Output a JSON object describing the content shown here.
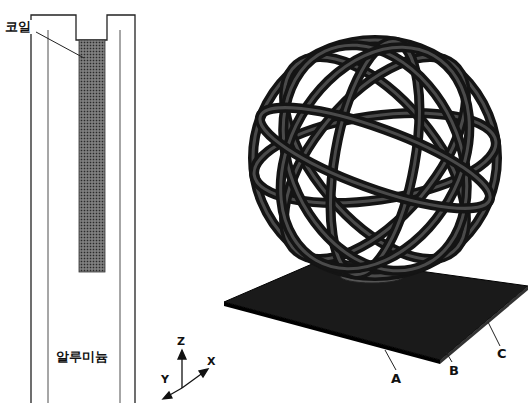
{
  "diagram": {
    "labels": [
      "코일",
      "알루미늄",
      "Z",
      "X",
      "Y",
      "A",
      "B",
      "C"
    ]
  }
}
